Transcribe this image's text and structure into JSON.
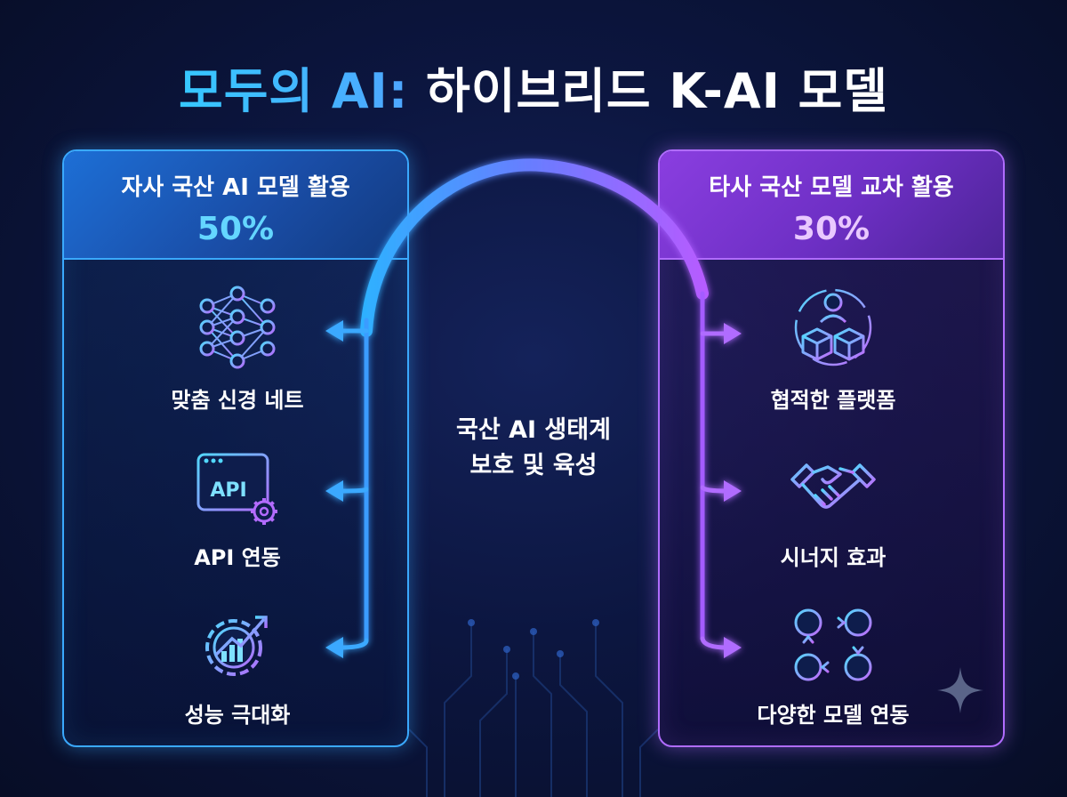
{
  "title": {
    "highlight": "모두의 AI:",
    "rest": " 하이브리드 K-AI 모델"
  },
  "left_panel": {
    "heading": "자사 국산 AI 모델 활용",
    "percent": "50%",
    "items": [
      {
        "label": "맞춤 신경 네트",
        "icon": "neural-network-icon"
      },
      {
        "label": "API 연동",
        "icon": "api-window-gear-icon"
      },
      {
        "label": "성능 극대화",
        "icon": "gear-growth-chart-icon"
      }
    ]
  },
  "right_panel": {
    "heading": "타사 국산 모델 교차 활용",
    "percent": "30%",
    "items": [
      {
        "label": "협적한 플랫폼",
        "icon": "person-boxes-platform-icon"
      },
      {
        "label": "시너지 효과",
        "icon": "handshake-icon"
      },
      {
        "label": "다양한 모델 연동",
        "icon": "connected-circles-icon"
      }
    ]
  },
  "center": {
    "line1": "국산 AI 생태계",
    "line2": "보호 및 육성"
  },
  "api_icon_text": "API",
  "colors": {
    "accent_blue": "#3aa9ff",
    "accent_purple": "#b06cff",
    "background": "#0a1230"
  }
}
